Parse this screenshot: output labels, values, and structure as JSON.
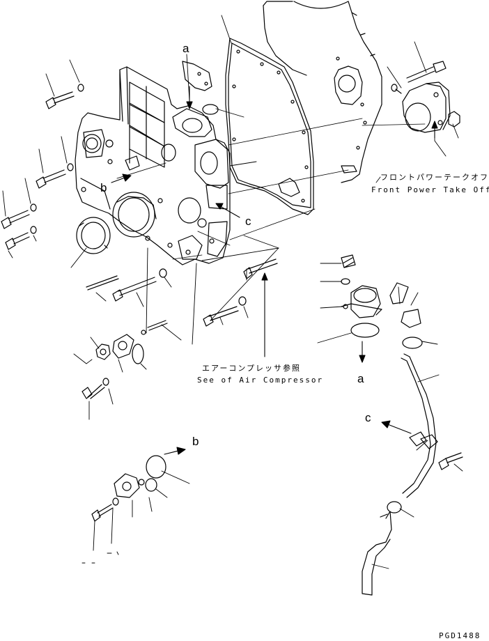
{
  "callouts": {
    "front_pto_jp": "フロントパワーテークオフ",
    "front_pto_en": "Front Power Take Off",
    "air_comp_jp": "エアーコンプレッサ参照",
    "air_comp_en": "See of Air Compressor"
  },
  "ref_letters": {
    "a": "a",
    "b": "b",
    "c": "c"
  },
  "drawing_code": "PGD1488",
  "colors": {
    "line": "#000000",
    "background": "#ffffff"
  }
}
